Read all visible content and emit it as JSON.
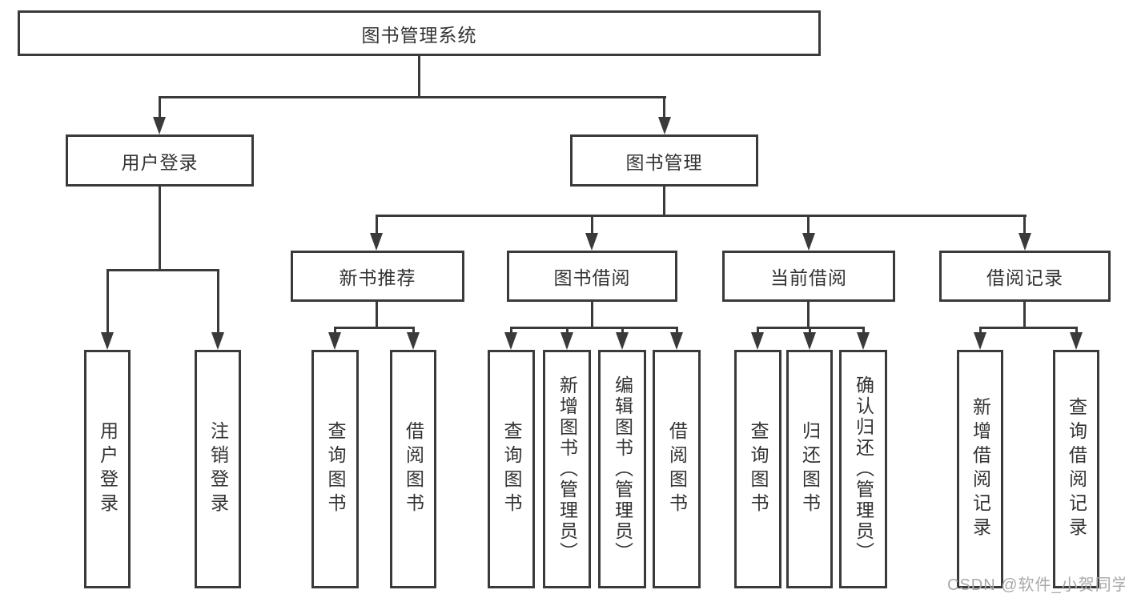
{
  "tree": {
    "root": "图书管理系统",
    "children": [
      {
        "label": "用户登录",
        "children": [
          "用户登录",
          "注销登录"
        ]
      },
      {
        "label": "图书管理",
        "children": [
          {
            "label": "新书推荐",
            "children": [
              "查询图书",
              "借阅图书"
            ]
          },
          {
            "label": "图书借阅",
            "children": [
              "查询图书",
              "新增图书（管理员）",
              "编辑图书（管理员）",
              "借阅图书"
            ]
          },
          {
            "label": "当前借阅",
            "children": [
              "查询图书",
              "归还图书",
              "确认归还（管理员）"
            ]
          },
          {
            "label": "借阅记录",
            "children": [
              "新增借阅记录",
              "查询借阅记录"
            ]
          }
        ]
      }
    ]
  },
  "watermark": "CSDN @软件_小贺同学",
  "colors": {
    "line": "#3a3a3a",
    "text": "#333333",
    "watermark": "#a9a9a9",
    "background": "#ffffff"
  }
}
